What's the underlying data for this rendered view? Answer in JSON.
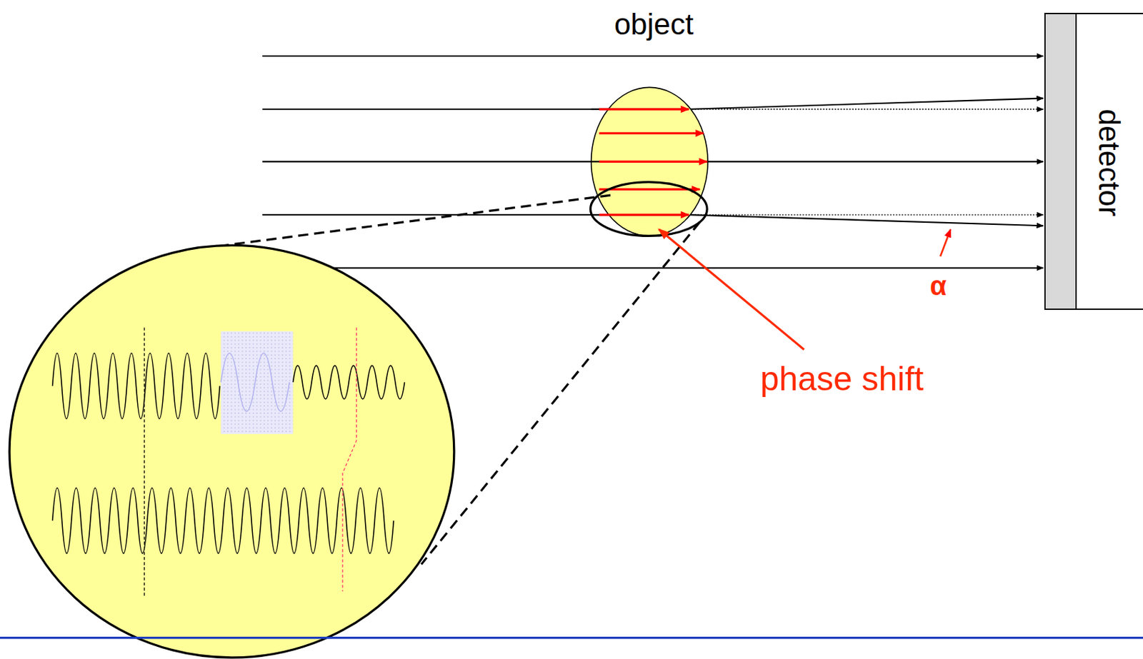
{
  "diagram": {
    "nodes": [
      {
        "text": [
          "detector"
        ]
      }
    ],
    "labels": [
      "object",
      "phase shift",
      "α"
    ]
  }
}
